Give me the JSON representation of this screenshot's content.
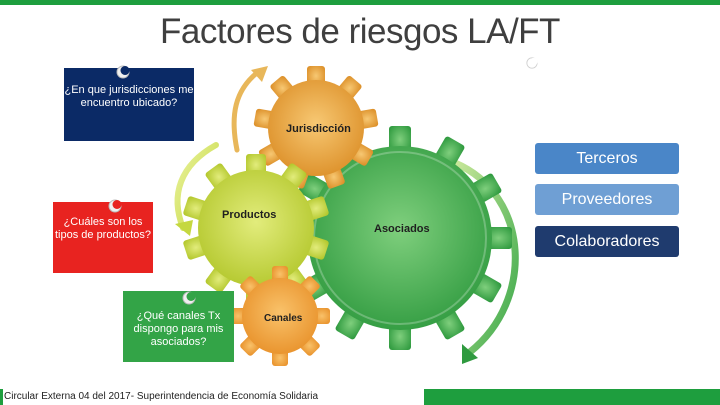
{
  "title": "Factores de riesgos LA/FT",
  "footer": "Circular Externa 04 del 2017- Superintendencia de Economía Solidaria",
  "notes": {
    "jurisdiccion": "¿En que jurisdicciones me encuentro ubicado?",
    "productos": "¿Cuáles son los tipos de productos?",
    "canales": "¿Qué canales Tx dispongo para mis asociados?"
  },
  "gears": {
    "jurisdiccion": "Jurisdicción",
    "productos": "Productos",
    "asociados": "Asociados",
    "canales": "Canales"
  },
  "side_boxes": [
    "Terceros",
    "Proveedores",
    "Colaboradores"
  ],
  "colors": {
    "header_bar": "#1e9e3e",
    "gear_jurisdiccion": "#e8a33d",
    "gear_productos": "#c5d840",
    "gear_asociados": "#3aa84a",
    "gear_canales": "#f1a640",
    "note_jurisdiccion": "#0b2a66",
    "note_productos": "#e82320",
    "note_canales": "#33a447"
  }
}
